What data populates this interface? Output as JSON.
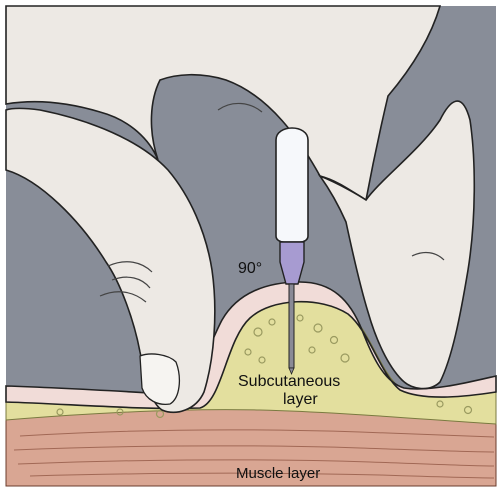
{
  "labels": {
    "angle": "90°",
    "subcutaneous_line1": "Subcutaneous",
    "subcutaneous_line2": "layer",
    "muscle": "Muscle layer"
  },
  "colors": {
    "background": "#888d98",
    "skin": "#f1dcd8",
    "subcutaneous_fat": "#e3df9e",
    "muscle": "#d9a693",
    "syringe_barrel": "#f6f8fb",
    "needle_hub": "#a79bd1",
    "needle": "#8a8a96",
    "outline": "#222222"
  },
  "icons": {
    "hand": "pinching-hand",
    "syringe": "syringe-needle"
  }
}
